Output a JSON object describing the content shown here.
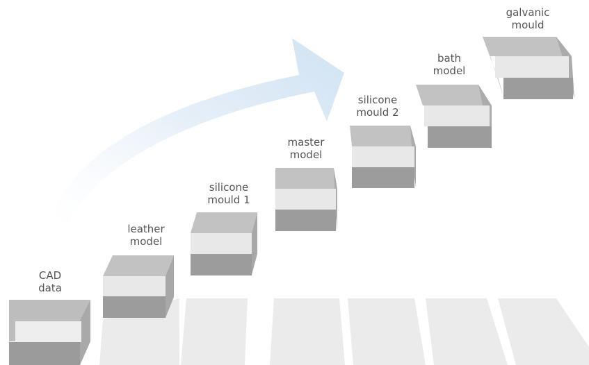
{
  "title": "",
  "steps": [
    {
      "label": "CAD\ndata"
    },
    {
      "label": "leather\nmodel"
    },
    {
      "label": "silicone\nmould 1"
    },
    {
      "label": "master\nmodel"
    },
    {
      "label": "silicone\nmould 2"
    },
    {
      "label": "bath\nmodel"
    },
    {
      "label": "galvanic\nmould"
    }
  ],
  "colors": {
    "box_rim_light": "#c4c4c4",
    "box_rim_dark": "#a3a3a3",
    "box_inner": "#e9e9e9",
    "box_side": "#b9b9b9",
    "base_block": "#ececec",
    "arrow": "#dce9f5",
    "label_text": "#555555"
  }
}
